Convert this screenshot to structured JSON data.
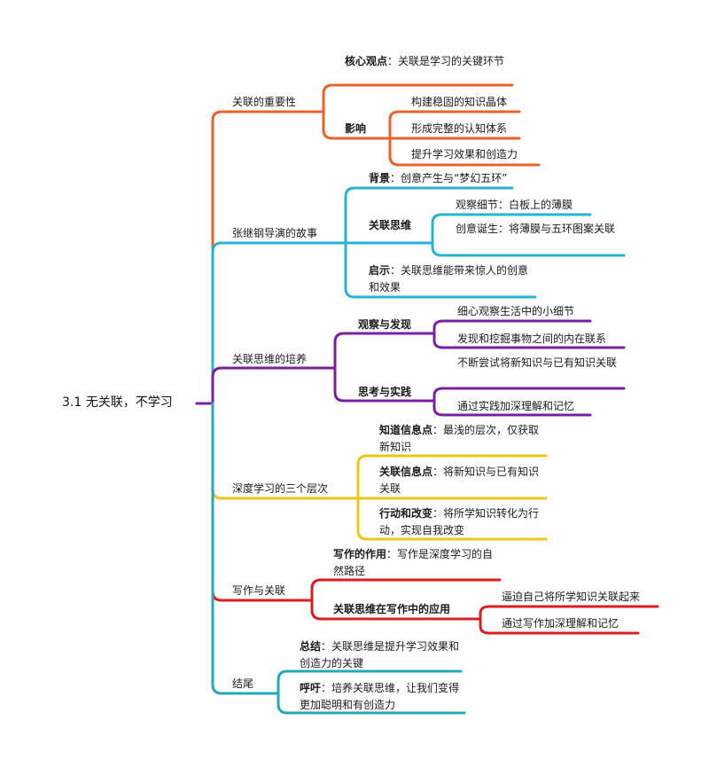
{
  "root": "3.1 无关联，不学习",
  "colors": {
    "orange": "#e8622a",
    "blue": "#27b2d6",
    "purple": "#7a1fa2",
    "yellow": "#f0c419",
    "red": "#d81e1e",
    "teal": "#25a9b8"
  },
  "branches": {
    "b1": {
      "label": "关联的重要性",
      "core_key": "核心观点",
      "core_val": "：关联是学习的关键环节",
      "impact": "影响",
      "impact_items": [
        "构建稳固的知识晶体",
        "形成完整的认知体系",
        "提升学习效果和创造力"
      ]
    },
    "b2": {
      "label": "张继钢导演的故事",
      "bg_key": "背景",
      "bg_val": "：创意产生与“梦幻五环”",
      "think": "关联思维",
      "think_items": [
        "观察细节：白板上的薄膜",
        "创意诞生：将薄膜与五环图案关联"
      ],
      "insp_key": "启示",
      "insp_val": "：关联思维能带来惊人的创意和效果"
    },
    "b3": {
      "label": "关联思维的培养",
      "obs": "观察与发现",
      "obs_items": [
        "细心观察生活中的小细节",
        "发现和挖掘事物之间的内在联系"
      ],
      "prac": "思考与实践",
      "prac_items": [
        "不断尝试将新知识与已有知识关联",
        "通过实践加深理解和记忆"
      ]
    },
    "b4": {
      "label": "深度学习的三个层次",
      "l1_key": "知道信息点",
      "l1_val": "：最浅的层次，仅获取新知识",
      "l2_key": "关联信息点",
      "l2_val": "：将新知识与已有知识关联",
      "l3_key": "行动和改变",
      "l3_val": "：将所学知识转化为行动，实现自我改变"
    },
    "b5": {
      "label": "写作与关联",
      "role_key": "写作的作用",
      "role_val": "：写作是深度学习的自然路径",
      "app": "关联思维在写作中的应用",
      "app_items": [
        "逼迫自己将所学知识关联起来",
        "通过写作加深理解和记忆"
      ]
    },
    "b6": {
      "label": "结尾",
      "sum_key": "总结",
      "sum_val": "：关联思维是提升学习效果和创造力的关键",
      "call_key": "呼吁",
      "call_val": "：培养关联思维，让我们变得更加聪明和有创造力"
    }
  }
}
